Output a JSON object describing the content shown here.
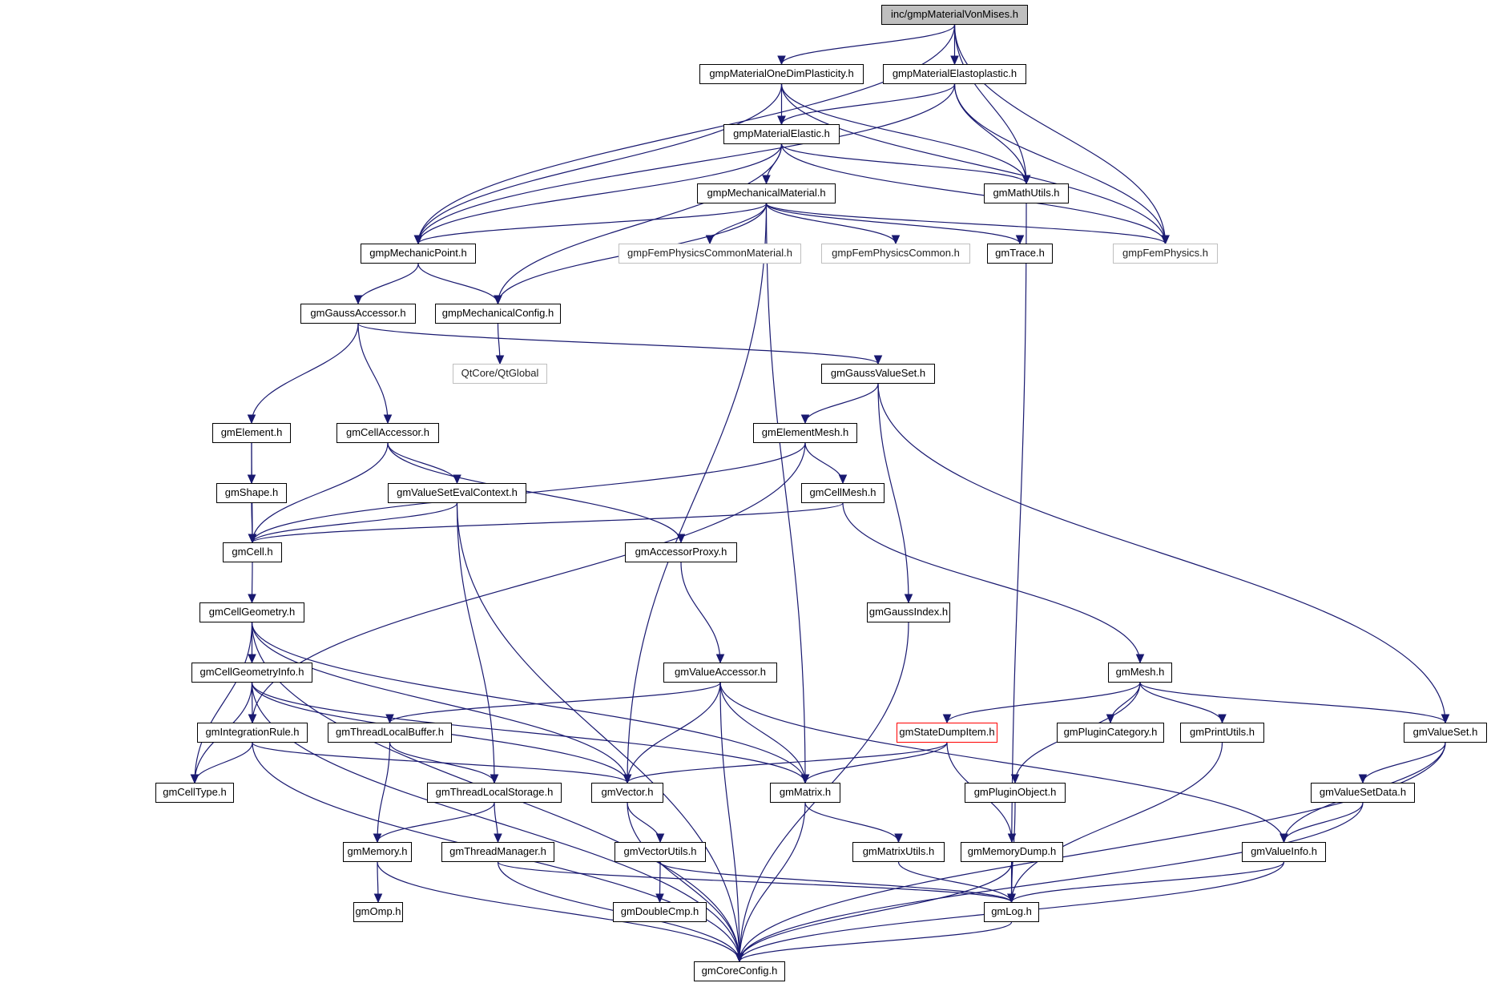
{
  "title": "inc/gmpMaterialVonMises.h include dependency graph",
  "colors": {
    "edge": "#191970",
    "root_fill": "#bfbfbf",
    "external_border": "#bfbfbf",
    "highlight_border": "#ff0000"
  },
  "nodes": [
    {
      "id": "root",
      "label": "inc/gmpMaterialVonMises.h",
      "kind": "root"
    },
    {
      "id": "onedim",
      "label": "gmpMaterialOneDimPlasticity.h",
      "kind": "normal"
    },
    {
      "id": "elastoplastic",
      "label": "gmpMaterialElastoplastic.h",
      "kind": "normal"
    },
    {
      "id": "elastic",
      "label": "gmpMaterialElastic.h",
      "kind": "normal"
    },
    {
      "id": "mathutils",
      "label": "gmMathUtils.h",
      "kind": "normal"
    },
    {
      "id": "mechmat",
      "label": "gmpMechanicalMaterial.h",
      "kind": "normal"
    },
    {
      "id": "mechpoint",
      "label": "gmpMechanicPoint.h",
      "kind": "normal"
    },
    {
      "id": "fpcm",
      "label": "gmpFemPhysicsCommonMaterial.h",
      "kind": "external"
    },
    {
      "id": "fpc",
      "label": "gmpFemPhysicsCommon.h",
      "kind": "external"
    },
    {
      "id": "trace",
      "label": "gmTrace.h",
      "kind": "normal"
    },
    {
      "id": "femphys",
      "label": "gmpFemPhysics.h",
      "kind": "external"
    },
    {
      "id": "gaussacc",
      "label": "gmGaussAccessor.h",
      "kind": "normal"
    },
    {
      "id": "mechconfig",
      "label": "gmpMechanicalConfig.h",
      "kind": "normal"
    },
    {
      "id": "qtglobal",
      "label": "QtCore/QtGlobal",
      "kind": "external"
    },
    {
      "id": "gaussvs",
      "label": "gmGaussValueSet.h",
      "kind": "normal"
    },
    {
      "id": "element",
      "label": "gmElement.h",
      "kind": "normal"
    },
    {
      "id": "cellacc",
      "label": "gmCellAccessor.h",
      "kind": "normal"
    },
    {
      "id": "elemmesh",
      "label": "gmElementMesh.h",
      "kind": "normal"
    },
    {
      "id": "shape",
      "label": "gmShape.h",
      "kind": "normal"
    },
    {
      "id": "vsec",
      "label": "gmValueSetEvalContext.h",
      "kind": "normal"
    },
    {
      "id": "cellmesh",
      "label": "gmCellMesh.h",
      "kind": "normal"
    },
    {
      "id": "cell",
      "label": "gmCell.h",
      "kind": "normal"
    },
    {
      "id": "accproxy",
      "label": "gmAccessorProxy.h",
      "kind": "normal"
    },
    {
      "id": "cellgeom",
      "label": "gmCellGeometry.h",
      "kind": "normal"
    },
    {
      "id": "gaussidx",
      "label": "gmGaussIndex.h",
      "kind": "normal"
    },
    {
      "id": "cellgeominfo",
      "label": "gmCellGeometryInfo.h",
      "kind": "normal"
    },
    {
      "id": "valacc",
      "label": "gmValueAccessor.h",
      "kind": "normal"
    },
    {
      "id": "mesh",
      "label": "gmMesh.h",
      "kind": "normal"
    },
    {
      "id": "intrule",
      "label": "gmIntegrationRule.h",
      "kind": "normal"
    },
    {
      "id": "tlbuf",
      "label": "gmThreadLocalBuffer.h",
      "kind": "normal"
    },
    {
      "id": "statedump",
      "label": "gmStateDumpItem.h",
      "kind": "highlight"
    },
    {
      "id": "plugcat",
      "label": "gmPluginCategory.h",
      "kind": "normal"
    },
    {
      "id": "printutils",
      "label": "gmPrintUtils.h",
      "kind": "normal"
    },
    {
      "id": "valueset",
      "label": "gmValueSet.h",
      "kind": "normal"
    },
    {
      "id": "celltype",
      "label": "gmCellType.h",
      "kind": "normal"
    },
    {
      "id": "tlstorage",
      "label": "gmThreadLocalStorage.h",
      "kind": "normal"
    },
    {
      "id": "vector",
      "label": "gmVector.h",
      "kind": "normal"
    },
    {
      "id": "matrix",
      "label": "gmMatrix.h",
      "kind": "normal"
    },
    {
      "id": "plugobj",
      "label": "gmPluginObject.h",
      "kind": "normal"
    },
    {
      "id": "vsdata",
      "label": "gmValueSetData.h",
      "kind": "normal"
    },
    {
      "id": "memory",
      "label": "gmMemory.h",
      "kind": "normal"
    },
    {
      "id": "threadmgr",
      "label": "gmThreadManager.h",
      "kind": "normal"
    },
    {
      "id": "vecutils",
      "label": "gmVectorUtils.h",
      "kind": "normal"
    },
    {
      "id": "matutils",
      "label": "gmMatrixUtils.h",
      "kind": "normal"
    },
    {
      "id": "memdump",
      "label": "gmMemoryDump.h",
      "kind": "normal"
    },
    {
      "id": "valinfo",
      "label": "gmValueInfo.h",
      "kind": "normal"
    },
    {
      "id": "omp",
      "label": "gmOmp.h",
      "kind": "normal"
    },
    {
      "id": "dblcmp",
      "label": "gmDoubleCmp.h",
      "kind": "normal"
    },
    {
      "id": "log",
      "label": "gmLog.h",
      "kind": "normal"
    },
    {
      "id": "coreconfig",
      "label": "gmCoreConfig.h",
      "kind": "normal"
    }
  ],
  "edges": [
    [
      "root",
      "onedim"
    ],
    [
      "root",
      "elastoplastic"
    ],
    [
      "root",
      "mechpoint"
    ],
    [
      "root",
      "mathutils"
    ],
    [
      "root",
      "femphys"
    ],
    [
      "onedim",
      "elastic"
    ],
    [
      "onedim",
      "mechpoint"
    ],
    [
      "onedim",
      "mathutils"
    ],
    [
      "onedim",
      "femphys"
    ],
    [
      "elastoplastic",
      "elastic"
    ],
    [
      "elastoplastic",
      "mechpoint"
    ],
    [
      "elastoplastic",
      "mathutils"
    ],
    [
      "elastoplastic",
      "femphys"
    ],
    [
      "elastic",
      "mechmat"
    ],
    [
      "elastic",
      "mechpoint"
    ],
    [
      "elastic",
      "mathutils"
    ],
    [
      "elastic",
      "mechconfig"
    ],
    [
      "elastic",
      "femphys"
    ],
    [
      "mechmat",
      "mechpoint"
    ],
    [
      "mechmat",
      "fpcm"
    ],
    [
      "mechmat",
      "fpc"
    ],
    [
      "mechmat",
      "trace"
    ],
    [
      "mechmat",
      "femphys"
    ],
    [
      "mechmat",
      "mechconfig"
    ],
    [
      "mechmat",
      "vector"
    ],
    [
      "mechmat",
      "matrix"
    ],
    [
      "mathutils",
      "log"
    ],
    [
      "mechpoint",
      "gaussacc"
    ],
    [
      "mechpoint",
      "mechconfig"
    ],
    [
      "mechconfig",
      "qtglobal"
    ],
    [
      "gaussacc",
      "element"
    ],
    [
      "gaussacc",
      "cellacc"
    ],
    [
      "gaussacc",
      "gaussvs"
    ],
    [
      "gaussvs",
      "elemmesh"
    ],
    [
      "gaussvs",
      "gaussidx"
    ],
    [
      "gaussvs",
      "valueset"
    ],
    [
      "element",
      "shape"
    ],
    [
      "element",
      "cell"
    ],
    [
      "shape",
      "cell"
    ],
    [
      "cellacc",
      "cell"
    ],
    [
      "cellacc",
      "vsec"
    ],
    [
      "cellacc",
      "accproxy"
    ],
    [
      "elemmesh",
      "cell"
    ],
    [
      "elemmesh",
      "cellmesh"
    ],
    [
      "elemmesh",
      "intrule"
    ],
    [
      "vsec",
      "cell"
    ],
    [
      "vsec",
      "tlstorage"
    ],
    [
      "vsec",
      "coreconfig"
    ],
    [
      "cellmesh",
      "cell"
    ],
    [
      "cellmesh",
      "mesh"
    ],
    [
      "cell",
      "cellgeom"
    ],
    [
      "accproxy",
      "valacc"
    ],
    [
      "cellgeom",
      "cellgeominfo"
    ],
    [
      "cellgeom",
      "celltype"
    ],
    [
      "cellgeom",
      "vector"
    ],
    [
      "cellgeom",
      "matrix"
    ],
    [
      "cellgeom",
      "coreconfig"
    ],
    [
      "gaussidx",
      "coreconfig"
    ],
    [
      "cellgeominfo",
      "intrule"
    ],
    [
      "cellgeominfo",
      "celltype"
    ],
    [
      "cellgeominfo",
      "vector"
    ],
    [
      "cellgeominfo",
      "matrix"
    ],
    [
      "cellgeominfo",
      "coreconfig"
    ],
    [
      "valacc",
      "tlbuf"
    ],
    [
      "valacc",
      "vector"
    ],
    [
      "valacc",
      "matrix"
    ],
    [
      "valacc",
      "valinfo"
    ],
    [
      "valacc",
      "coreconfig"
    ],
    [
      "mesh",
      "statedump"
    ],
    [
      "mesh",
      "plugobj"
    ],
    [
      "mesh",
      "plugcat"
    ],
    [
      "mesh",
      "printutils"
    ],
    [
      "mesh",
      "valueset"
    ],
    [
      "intrule",
      "celltype"
    ],
    [
      "intrule",
      "vector"
    ],
    [
      "intrule",
      "coreconfig"
    ],
    [
      "tlbuf",
      "tlstorage"
    ],
    [
      "tlbuf",
      "memory"
    ],
    [
      "statedump",
      "vector"
    ],
    [
      "statedump",
      "matrix"
    ],
    [
      "statedump",
      "memdump"
    ],
    [
      "printutils",
      "log"
    ],
    [
      "valueset",
      "vsdata"
    ],
    [
      "valueset",
      "valinfo"
    ],
    [
      "valueset",
      "coreconfig"
    ],
    [
      "tlstorage",
      "memory"
    ],
    [
      "tlstorage",
      "threadmgr"
    ],
    [
      "vector",
      "vecutils"
    ],
    [
      "vector",
      "coreconfig"
    ],
    [
      "matrix",
      "matutils"
    ],
    [
      "matrix",
      "coreconfig"
    ],
    [
      "plugobj",
      "log"
    ],
    [
      "vsdata",
      "valinfo"
    ],
    [
      "vsdata",
      "coreconfig"
    ],
    [
      "memory",
      "omp"
    ],
    [
      "memory",
      "coreconfig"
    ],
    [
      "threadmgr",
      "log"
    ],
    [
      "threadmgr",
      "coreconfig"
    ],
    [
      "vecutils",
      "dblcmp"
    ],
    [
      "vecutils",
      "log"
    ],
    [
      "matutils",
      "log"
    ],
    [
      "memdump",
      "log"
    ],
    [
      "memdump",
      "coreconfig"
    ],
    [
      "valinfo",
      "log"
    ],
    [
      "valinfo",
      "coreconfig"
    ],
    [
      "log",
      "coreconfig"
    ]
  ]
}
